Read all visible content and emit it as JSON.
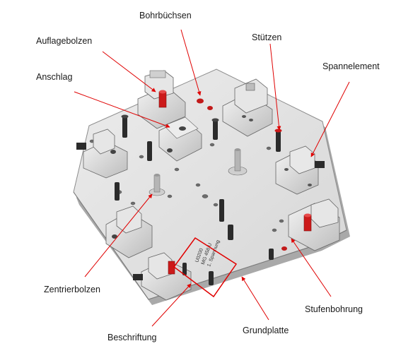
{
  "labels": {
    "bohrbuechsen": "Bohrbüchsen",
    "auflagebolzen": "Auflagebolzen",
    "stuetzen": "Stützen",
    "spannelement": "Spannelement",
    "anschlag": "Anschlag",
    "zentrierbolzen": "Zentrierbolzen",
    "stufenbohrung": "Stufenbohrung",
    "beschriftung": "Beschriftung",
    "grundplatte": "Grundplatte"
  },
  "engraving": {
    "line1": "U0200",
    "line2": "MG 458 U",
    "line3": "1. Spannung"
  },
  "colors": {
    "leader": "#e00000",
    "plate": "#d9d9d9",
    "plate_edge": "#8c8c8c",
    "block": "#cfcfcf",
    "bolt": "#2b2b2b",
    "red_part": "#cc1a1a"
  }
}
